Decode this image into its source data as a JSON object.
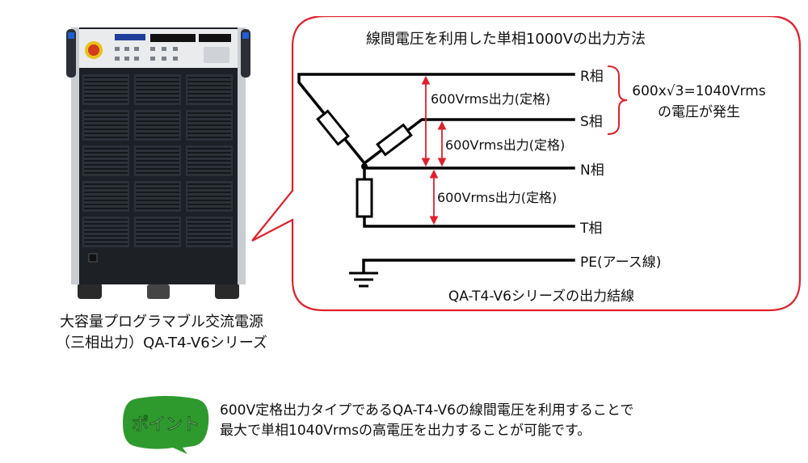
{
  "product": {
    "caption_line1": "大容量プログラマブル交流電源",
    "caption_line2": "（三相出力）QA-T4-V6シリーズ"
  },
  "diagram": {
    "title": "線間電圧を利用した単相1000Vの出力方法",
    "phases": {
      "r": "R相",
      "s": "S相",
      "n": "N相",
      "t": "T相",
      "pe": "PE(アース線)"
    },
    "rating_label_rs": "600Vrms出力(定格)",
    "rating_label_sn": "600Vrms出力(定格)",
    "rating_label_nt": "600Vrms出力(定格)",
    "result_line1": "600x√3=1040Vrms",
    "result_line2": "の電圧が発生",
    "footer": "QA-T4-V6シリーズの出力結線",
    "colors": {
      "frame": "#e0202a",
      "arrow": "#e0202a",
      "wire": "#000000"
    }
  },
  "point": {
    "badge": "ポイント",
    "badge_color": "#2e9a2e",
    "text_line1": "600V定格出力タイプであるQA-T4-V6の線間電圧を利用することで",
    "text_line2": "最大で単相1040Vrmsの高電圧を出力することが可能です。"
  }
}
